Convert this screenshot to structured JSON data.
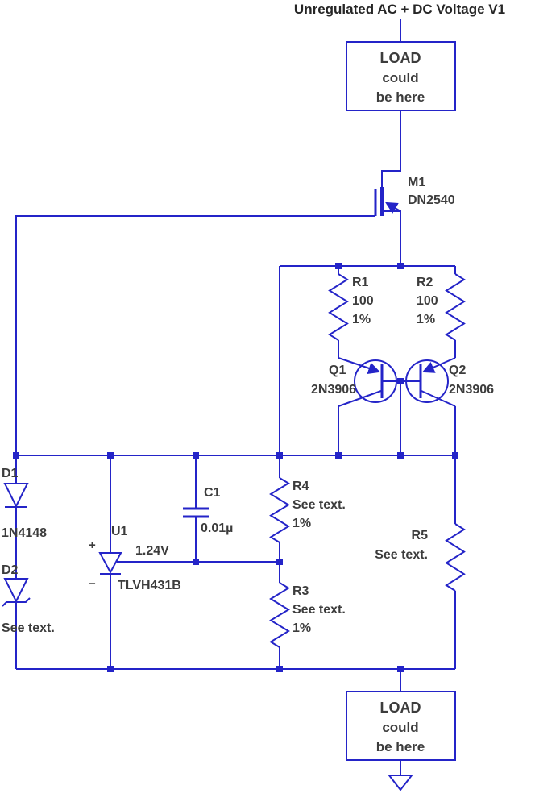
{
  "title": "Unregulated AC + DC Voltage V1",
  "colors": {
    "wire": "#2424c8",
    "label": "#3c3c3c"
  },
  "load_top": {
    "line1": "LOAD",
    "line2": "could",
    "line3": "be here"
  },
  "load_bottom": {
    "line1": "LOAD",
    "line2": "could",
    "line3": "be here"
  },
  "components": {
    "m1": {
      "ref": "M1",
      "part": "DN2540"
    },
    "r1": {
      "ref": "R1",
      "value": "100",
      "tolerance": "1%"
    },
    "r2": {
      "ref": "R2",
      "value": "100",
      "tolerance": "1%"
    },
    "q1": {
      "ref": "Q1",
      "part": "2N3906"
    },
    "q2": {
      "ref": "Q2",
      "part": "2N3906"
    },
    "d1": {
      "ref": "D1",
      "part": "1N4148"
    },
    "d2": {
      "ref": "D2",
      "part": "See text."
    },
    "u1": {
      "ref": "U1",
      "part": "TLVH431B",
      "voltage": "1.24V",
      "plus": "+",
      "minus": "−"
    },
    "c1": {
      "ref": "C1",
      "value": "0.01µ"
    },
    "r4": {
      "ref": "R4",
      "value": "See text.",
      "tolerance": "1%"
    },
    "r3": {
      "ref": "R3",
      "value": "See text.",
      "tolerance": "1%"
    },
    "r5": {
      "ref": "R5",
      "value": "See text."
    }
  }
}
